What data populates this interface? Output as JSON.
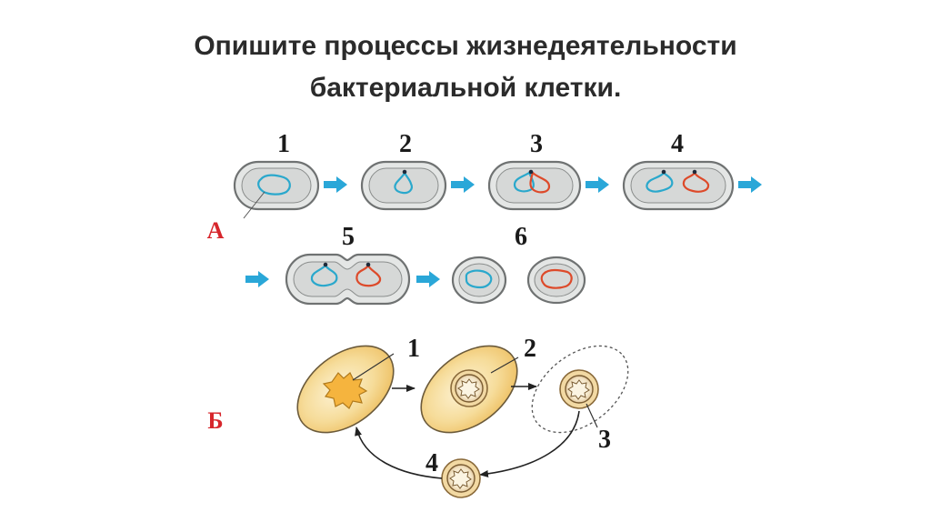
{
  "title": {
    "line1": "Опишите процессы жизнедеятельности",
    "line2": "бактериальной клетки."
  },
  "section_a": {
    "label": "А",
    "stage_numbers": [
      "1",
      "2",
      "3",
      "4",
      "5",
      "6"
    ]
  },
  "section_b": {
    "label": "Б",
    "stage_numbers": [
      "1",
      "2",
      "3",
      "4"
    ]
  },
  "colors": {
    "arrow": "#2aa7d8",
    "dna_blue": "#2aa8cc",
    "dna_red": "#dd4a2a",
    "cell_wall": "#6f7272",
    "cell_fill": "#dcdedd",
    "spore_cell": "#f0c96a",
    "accent_red": "#d7262c"
  }
}
